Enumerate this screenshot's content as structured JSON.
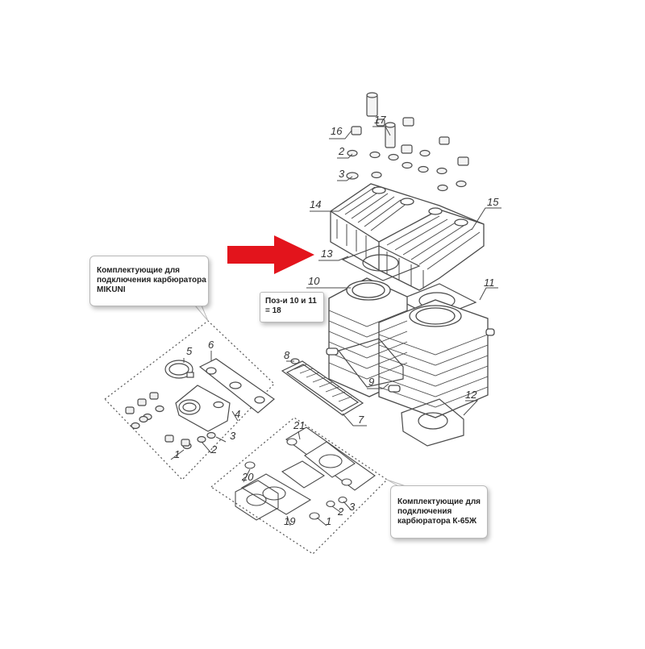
{
  "colors": {
    "arrow": "#e3141c",
    "line": "#4a4a4a",
    "callout_border": "#b9b9b9",
    "dotted_frame": "#555555"
  },
  "callouts": {
    "mikuni": [
      "Комплектующие для",
      "подключения карбюратора",
      "MIKUNI"
    ],
    "k65": [
      "Комплектующие для",
      "подключения",
      "карбюратора К-65Ж"
    ],
    "note": [
      "Поз-и 10 и 11",
      "= 18"
    ]
  },
  "part_numbers": {
    "p1_left": "1",
    "p2_left": "2",
    "p3_left": "3",
    "p4": "4",
    "p5": "5",
    "p6": "6",
    "p7": "7",
    "p8": "8",
    "p9": "9",
    "p10": "10",
    "p11": "11",
    "p12": "12",
    "p13": "13",
    "p14": "14",
    "p15": "15",
    "p16": "16",
    "p17": "17",
    "p2_top": "2",
    "p3_top": "3",
    "p19": "19",
    "p20": "20",
    "p21": "21",
    "p1_bottom": "1",
    "p2_bottom": "2",
    "p3_bottom": "3"
  },
  "icons": {
    "arrow": "red-arrow-icon"
  }
}
